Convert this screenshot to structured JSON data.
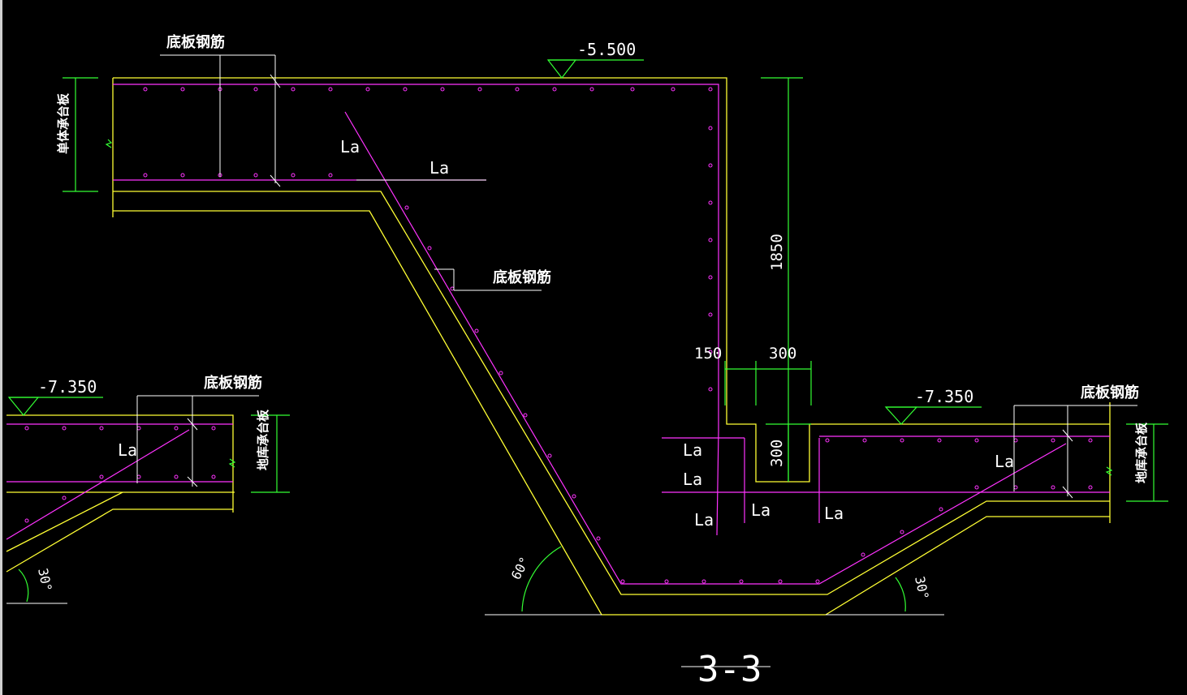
{
  "labels": {
    "dibanjinjin": "底板钢筋",
    "danti_chengtai": "单体承台板",
    "diku_chengtai": "地库承台板",
    "la": "La",
    "section_title": "3-3"
  },
  "elevations": {
    "top": "-5.500",
    "left": "-7.350",
    "right": "-7.350"
  },
  "dimensions": {
    "height_1850": "1850",
    "width_150": "150",
    "width_300": "300",
    "height_300": "300"
  },
  "angles": {
    "left_30": "30°",
    "center_60": "60°",
    "right_30": "30°"
  },
  "colors": {
    "concrete": "#ffff33",
    "rebar": "#ff33ff",
    "dimension": "#33ff33",
    "annotation": "#ffffff"
  }
}
